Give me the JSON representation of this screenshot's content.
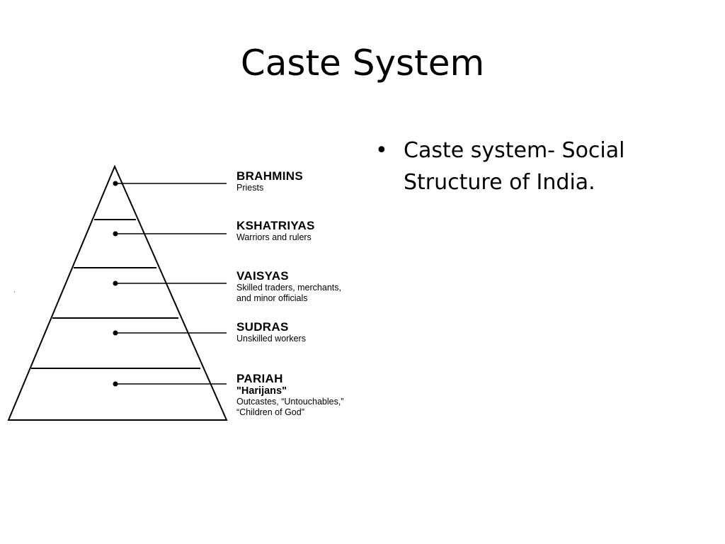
{
  "slide": {
    "title": "Caste System",
    "bullets": [
      "Caste system- Social Structure of India."
    ]
  },
  "pyramid": {
    "levels": [
      {
        "name": "BRAHMINS",
        "desc": [
          "Priests"
        ]
      },
      {
        "name": "KSHATRIYAS",
        "desc": [
          "Warriors and rulers"
        ]
      },
      {
        "name": "VAISYAS",
        "desc": [
          "Skilled traders, merchants,",
          "and minor officials"
        ]
      },
      {
        "name": "SUDRAS",
        "desc": [
          "Unskilled workers"
        ]
      },
      {
        "name": "PARIAH",
        "alias": "\"Harijans\"",
        "desc": [
          "Outcastes, “Untouchables,”",
          "“Children of God”"
        ]
      }
    ]
  }
}
